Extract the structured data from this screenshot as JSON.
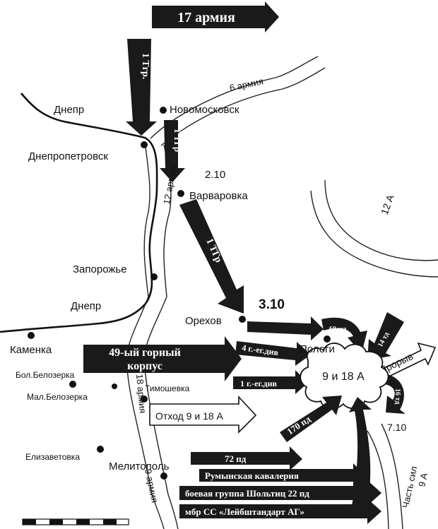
{
  "cities": {
    "novomoskovsk": "Новомосковск",
    "dnepropetrovsk": "Днепропетровск",
    "varvarovka": "Варваровка",
    "zaporozhye": "Запорожье",
    "orekhov": "Орехов",
    "pologi": "Пологи",
    "kamenka": "Каменка",
    "bol_belozerka": "Бол.Белозерка",
    "mal_belozerka": "Мал.Белозерка",
    "timoshevka": "Тимошевка",
    "elizavetovka": "Елизаветовка",
    "melitopol": "Мелитополь"
  },
  "rivers": {
    "dnepr_north": "Днепр",
    "dnepr_south": "Днепр"
  },
  "dates": {
    "d1": "2.10",
    "d2": "3.10",
    "d3": "7.10"
  },
  "armies": {
    "army17": "17 армия",
    "army6": "6 армия",
    "army12": "12 армия",
    "army12A": "12 А",
    "army18": "18 армия",
    "army9": "9 армия",
    "army9_18": "9 и 18 А",
    "part9a": "Часть сил",
    "part9a_2": "9 А"
  },
  "units": {
    "tgr1_north": "1 Tгр.",
    "tgr1_mid": "1 ТГр",
    "tgr1_small": "1 ТГр",
    "corps49_l1": "49-ый горный",
    "corps49_l2": "корпус",
    "div4": "4 г.-ег.див",
    "div1": "1 г.-ег.див",
    "md60": "60 мд",
    "td14": "14 тд",
    "td16": "16 тд",
    "breakthrough": "Прорыв",
    "retreat": "Отход 9 и 18 А",
    "pd170": "170 пд",
    "pd72": "72 пд",
    "romanian": "Румынская кавалерия",
    "scholtz": "боевая группа Шольтиц 22 пд",
    "lah": "мбр СС «Лейбштандарт АГ»"
  }
}
